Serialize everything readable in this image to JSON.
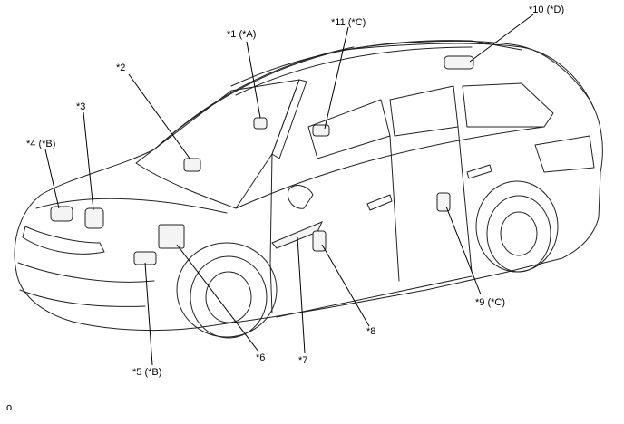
{
  "figure_code": "o",
  "callouts": {
    "c1": "*1 (*A)",
    "c2": "*2",
    "c3": "*3",
    "c4": "*4 (*B)",
    "c5": "*5 (*B)",
    "c6": "*6",
    "c7": "*7",
    "c8": "*8",
    "c9": "*9 (*C)",
    "c10": "*10 (*D)",
    "c11": "*11 (*C)"
  }
}
